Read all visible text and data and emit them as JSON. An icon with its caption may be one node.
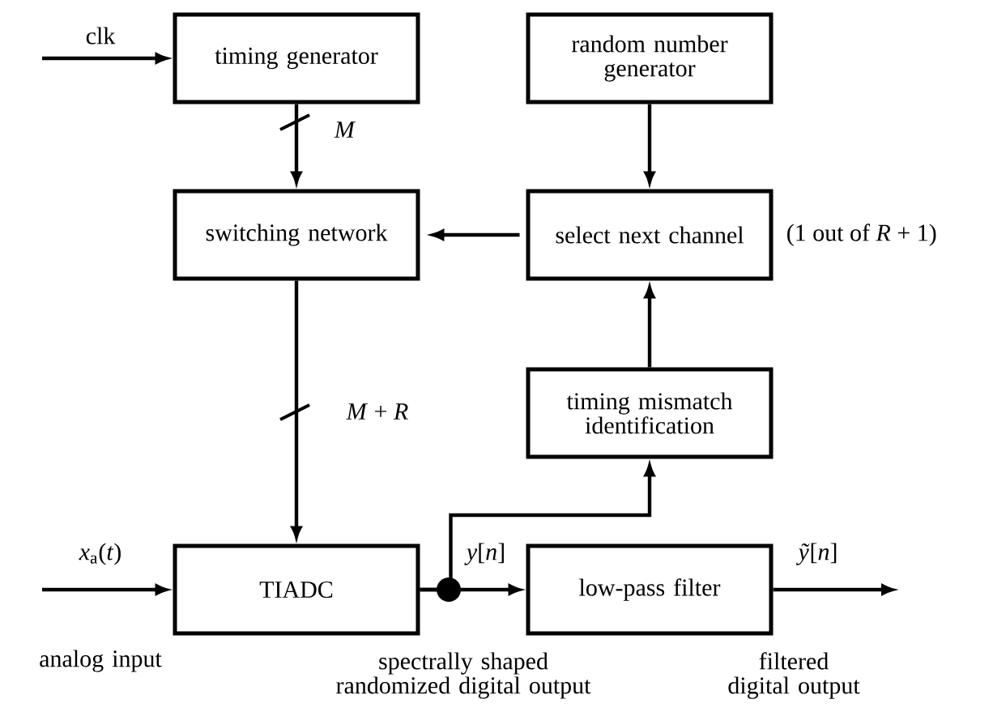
{
  "diagram": {
    "nodes": [
      {
        "text": [
          "timing generator"
        ]
      },
      {
        "text": [
          "random number generator"
        ]
      },
      {
        "text": [
          "switching network"
        ]
      },
      {
        "text": [
          "select next channel"
        ],
        "beside": [
          "(1 out of *R* + 1)"
        ]
      },
      {
        "text": [
          "timing mismatch identification"
        ]
      },
      {
        "text": [
          "TIADC"
        ]
      },
      {
        "text": [
          "low-pass filter"
        ]
      }
    ],
    "edges": [
      {
        "from": null,
        "to": 0,
        "arrow": "to",
        "label": "clk"
      },
      {
        "from": 0,
        "to": 2,
        "arrow": "to",
        "label": "*M*"
      },
      {
        "from": 1,
        "to": 3,
        "arrow": "to"
      },
      {
        "from": 3,
        "to": 2,
        "arrow": "to"
      },
      {
        "from": 2,
        "to": 5,
        "arrow": "to",
        "label": "*M* + *R*"
      },
      {
        "from": null,
        "to": 5,
        "arrow": "to",
        "label": "*x*$_{a}$(*t*)"
      },
      {
        "from": 5,
        "to": 6,
        "arrow": "to",
        "label": "*y*[*n*]"
      },
      {
        "from": 5,
        "to": 4,
        "arrow": "to"
      },
      {
        "from": 6,
        "to": null,
        "arrow": "to",
        "label": "*ỹ*[*n*]"
      },
      {
        "from": 4,
        "to": 3,
        "arrow": "to"
      }
    ],
    "labels": [
      "analog input",
      "spectrally shaped randomized digital output",
      "filtered digital output"
    ]
  }
}
